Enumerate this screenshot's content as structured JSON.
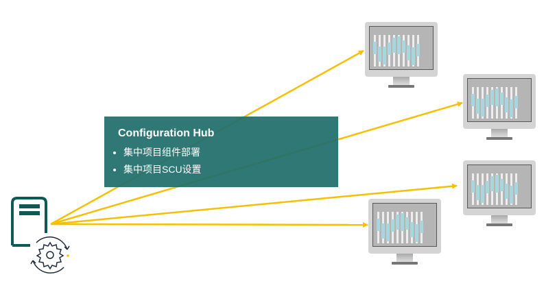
{
  "hub": {
    "title": "Configuration Hub",
    "items": [
      "集中项目组件部署",
      "集中项目SCU设置"
    ]
  },
  "colors": {
    "arrow": "#f6bf00",
    "hub_bg": "#1f6e6c",
    "icon": "#0b5a56"
  },
  "icons": [
    "server-icon",
    "gear-sync-icon",
    "monitor-icon"
  ]
}
